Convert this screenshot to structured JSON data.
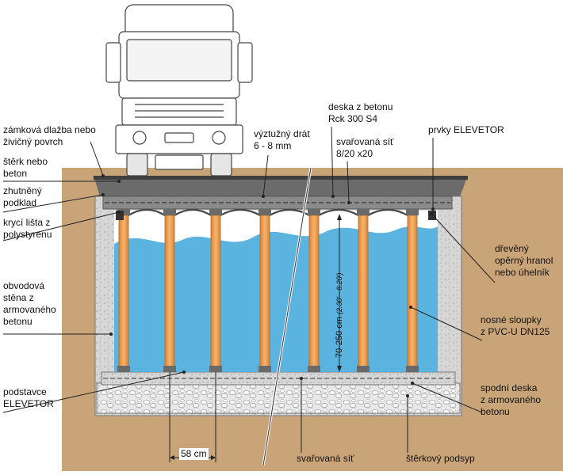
{
  "labels": {
    "paving": [
      "zámková dlažba nebo",
      "živičný povrch"
    ],
    "gravel_or_concrete": [
      "štěrk nebo",
      "beton"
    ],
    "compacted_base": [
      "zhutněný",
      "podklad"
    ],
    "polystyrene_strip": [
      "krycí lišta z",
      "polystyrenu"
    ],
    "perimeter_wall": [
      "obvodová",
      "stěna z",
      "armovaného",
      "betonu"
    ],
    "elevetor_bases": [
      "podstavce",
      "ELEVETOR"
    ],
    "reinforcing_wire": [
      "výztužný drát",
      "6 - 8 mm"
    ],
    "concrete_slab": [
      "deska z betonu",
      "Rck 300 S4"
    ],
    "welded_mesh_top": [
      "svařovaná síť",
      "8/20 x20"
    ],
    "elevetor_elements": [
      "prvky ELEVETOR"
    ],
    "wooden_support": [
      "dřevěný",
      "opěrný hranol",
      "nebo úhelník"
    ],
    "support_columns": [
      "nosné sloupky",
      "z PVC-U DN125"
    ],
    "bottom_slab": [
      "spodní deska",
      "z armovaného",
      "betonu"
    ],
    "welded_mesh_bottom": "svařovaná síť",
    "gravel_bed": "štěrkový podsyp",
    "spacing": "58 cm",
    "height": "70-250 cm",
    "height_range": "(2.30' - 8.20')"
  },
  "colors": {
    "soil": "#c9a478",
    "concrete": "#d4d4d4",
    "water": "#5bb4e0",
    "column": "#f0a050",
    "slab": "#8a8a8a",
    "asphalt": "#555555"
  }
}
